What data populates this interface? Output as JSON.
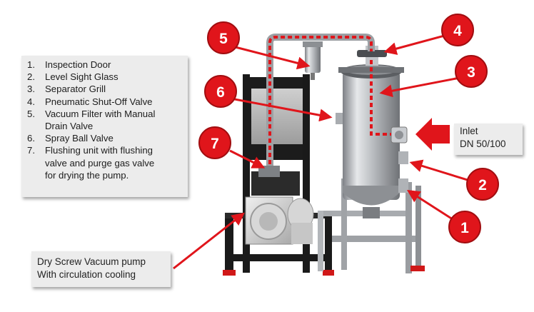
{
  "legend": {
    "items": [
      {
        "num": "1.",
        "lines": [
          "Inspection Door"
        ]
      },
      {
        "num": "2.",
        "lines": [
          "Level Sight Glass"
        ]
      },
      {
        "num": "3.",
        "lines": [
          "Separator Grill"
        ]
      },
      {
        "num": "4.",
        "lines": [
          "Pneumatic Shut-Off Valve"
        ]
      },
      {
        "num": "5.",
        "lines": [
          "Vacuum Filter with Manual",
          "Drain Valve"
        ]
      },
      {
        "num": "6.",
        "lines": [
          "Spray Ball Valve"
        ]
      },
      {
        "num": "7.",
        "lines": [
          "Flushing unit with flushing",
          "valve and purge gas valve",
          "for drying the pump."
        ]
      }
    ]
  },
  "inlet": {
    "line1": "Inlet",
    "line2": "DN 50/100"
  },
  "pump_label": {
    "line1": "Dry Screw Vacuum pump",
    "line2": "With circulation cooling"
  },
  "badges": [
    "1",
    "2",
    "3",
    "4",
    "5",
    "6",
    "7"
  ],
  "colors": {
    "accent_red": "#e0151b",
    "steel": "#b9bcc0",
    "frame_black": "#1a1a1a",
    "label_bg": "#ececec"
  }
}
